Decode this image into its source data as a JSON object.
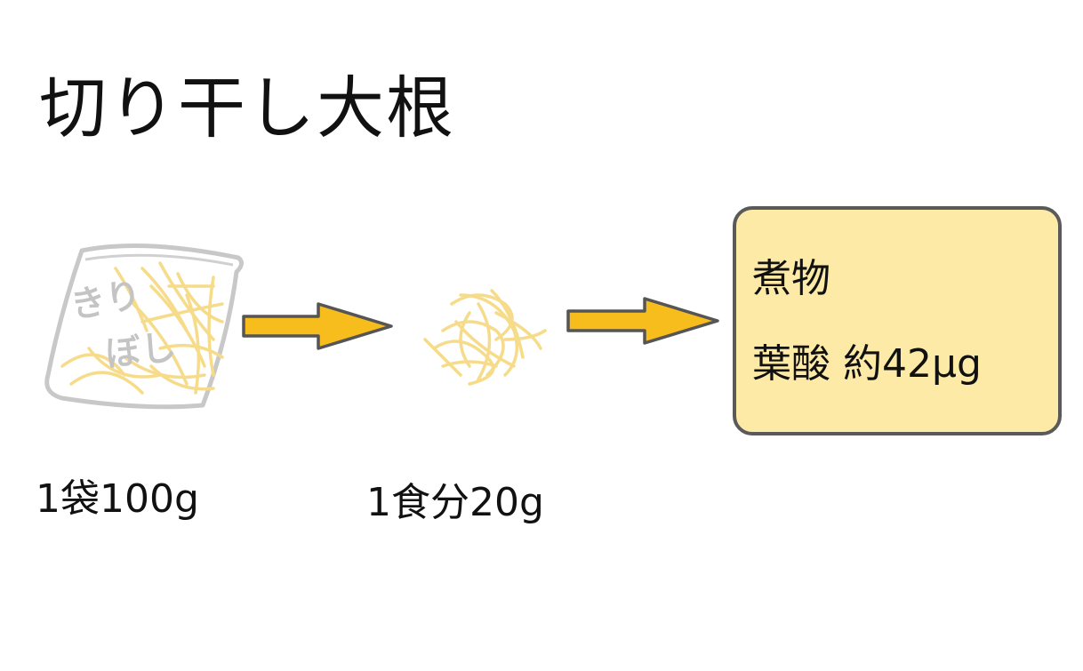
{
  "title": "切り干し大根",
  "bag": {
    "label_line1": "きり",
    "label_line2": "ぼし",
    "caption": "1袋100g"
  },
  "serving": {
    "caption": "1食分20g"
  },
  "result": {
    "dish": "煮物",
    "nutrient": "葉酸 約42μg",
    "fill_color": "#fdeaa7",
    "border_color": "#5a5a5a"
  },
  "colors": {
    "arrow_fill": "#f7bd1c",
    "arrow_stroke": "#555555",
    "shreds": "#f6dc8a",
    "bag_outline": "#c8c8c8"
  },
  "icons": [
    "dried-radish-bag-icon",
    "arrow-right-icon",
    "shredded-radish-icon",
    "arrow-right-icon"
  ]
}
